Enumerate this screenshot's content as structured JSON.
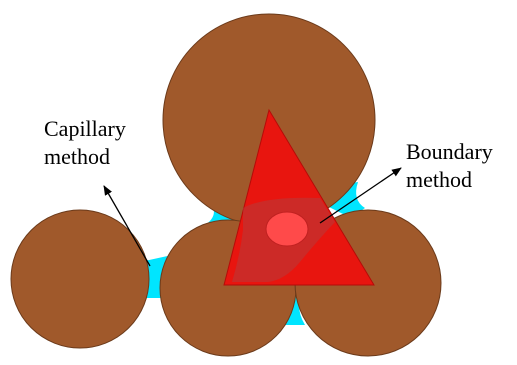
{
  "labels": {
    "capillary_line1": "Capillary",
    "capillary_line2": "method",
    "boundary_line1": "Boundary",
    "boundary_line2": "method"
  },
  "colors": {
    "particle": "#a0592b",
    "particle_stroke": "#6b3a1a",
    "liquid_bridge": "#00e5ff",
    "triangle": "#e8150f",
    "triangle_overlay": "rgba(180,60,60,0.55)",
    "ellipse": "#ff4a4a",
    "arrow": "#000000",
    "background": "#ffffff"
  }
}
